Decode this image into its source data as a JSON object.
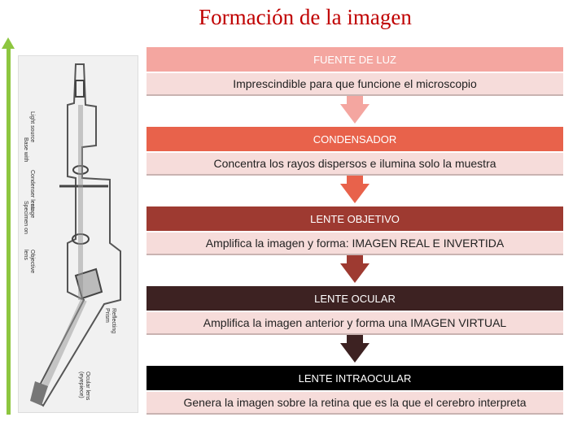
{
  "title": "Formación de la imagen",
  "figure": {
    "labels": [
      "Light source",
      "Base with",
      "Condenser lens",
      "stage",
      "Specimen on",
      "Objective",
      "lens",
      "Reflecting",
      "Prism",
      "Ocular lens",
      "(eyepiece)"
    ]
  },
  "steps": [
    {
      "header": "FUENTE DE LUZ",
      "body": "Imprescindible para que funcione el microscopio",
      "color": "#f4a6a0",
      "arrow_color": "#f4a6a0"
    },
    {
      "header": "CONDENSADOR",
      "body": "Concentra los rayos dispersos e ilumina solo la muestra",
      "color": "#e8624b",
      "arrow_color": "#e8624b"
    },
    {
      "header": "LENTE OBJETIVO",
      "body": "Amplifica la imagen y forma:  IMAGEN REAL E INVERTIDA",
      "color": "#9e3a31",
      "arrow_color": "#9e3a31"
    },
    {
      "header": "LENTE OCULAR",
      "body": "Amplifica la imagen anterior y forma una IMAGEN VIRTUAL",
      "color": "#3d2222",
      "arrow_color": "#3d2222"
    },
    {
      "header": "LENTE INTRAOCULAR",
      "body": "Genera la imagen sobre la retina que es la que el cerebro interpreta",
      "color": "#000000",
      "arrow_color": null
    }
  ]
}
